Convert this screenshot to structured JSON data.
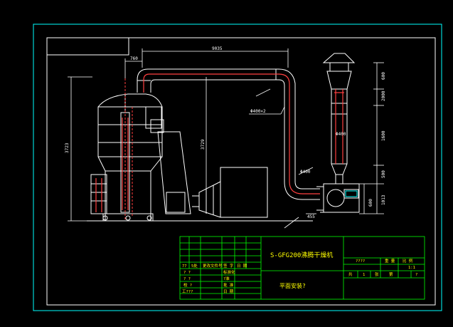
{
  "colors": {
    "background": "#000000",
    "outer_frame": "#00ffff",
    "inner_frame": "#ffffff",
    "geometry": "#ffffff",
    "dimension": "#ff4040",
    "annotation": "#ffff00",
    "title_text": "#ffff00",
    "table_lines": "#00ff00",
    "dashed": "#ffff00"
  },
  "dimensions": {
    "top_length": "9035",
    "offset_left": "760",
    "overall_height_left": "3723",
    "inner_height": "3729",
    "pipe_label": "Φ400×2",
    "pipe_label_lower": "Φ400",
    "chimney_top": "600",
    "chimney_section": "2000",
    "chimney_mid": "1600",
    "chimney_cone": "500",
    "base_height_a": "1013",
    "base_height_b": "600",
    "elbow_label": "Φ400",
    "small_dim": "455"
  },
  "title_block": {
    "title": "S-GFG200沸腾干燥机",
    "drawing_name": "平面安装?",
    "right_header": [
      "????",
      "重 量",
      "比 例"
    ],
    "right_values": [
      "",
      "",
      "1:1"
    ],
    "right_footer": [
      "共",
      "1",
      "张",
      "第",
      "?"
    ],
    "rev_header": [
      "77",
      "5处",
      "更改文件号",
      "签 字",
      "日 期"
    ],
    "sign_rows": [
      [
        "? ?",
        "",
        "标准化"
      ],
      [
        "? ?",
        "",
        "?准"
      ],
      [
        "校 ?",
        "",
        "批 准"
      ],
      [
        "工???",
        "",
        "日 期"
      ]
    ]
  }
}
